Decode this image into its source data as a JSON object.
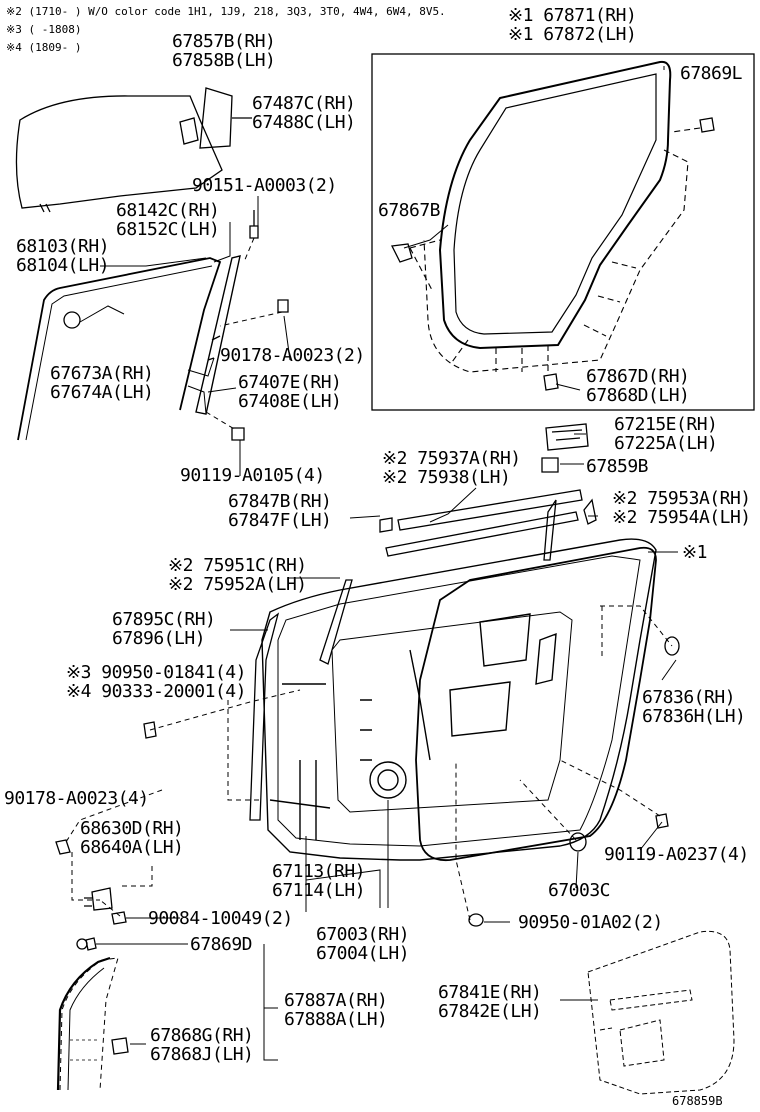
{
  "notes": {
    "n2": "※2 (1710-      ) W/O color code 1H1, 1J9, 218, 3Q3, 3T0, 4W4, 6W4, 8V5.",
    "n3": "※3 (      -1808)",
    "n4": "※4 (1809-      )"
  },
  "parts": {
    "p67871": "※1 67871(RH)",
    "p67872": "※1 67872(LH)",
    "p67869L": "67869L",
    "p67867B": "67867B",
    "p67867D": "67867D(RH)",
    "p67868D": "67868D(LH)",
    "p67857B": "67857B(RH)",
    "p67858B": "67858B(LH)",
    "p67487C": "67487C(RH)",
    "p67488C": "67488C(LH)",
    "p90151": "90151-A0003(2)",
    "p68142C": "68142C(RH)",
    "p68152C": "68152C(LH)",
    "p68103": "68103(RH)",
    "p68104": "68104(LH)",
    "p90178a": "90178-A0023(2)",
    "p67673A": "67673A(RH)",
    "p67674A": "67674A(LH)",
    "p67407E": "67407E(RH)",
    "p67408E": "67408E(LH)",
    "p90119a": "90119-A0105(4)",
    "p67215E": "67215E(RH)",
    "p67225A": "67225A(LH)",
    "p75937A": "※2 75937A(RH)",
    "p75938": "※2 75938(LH)",
    "p67859B": "67859B",
    "p67847B": "67847B(RH)",
    "p67847F": "67847F(LH)",
    "p75953A": "※2 75953A(RH)",
    "p75954A": "※2 75954A(LH)",
    "p_mark1": "※1",
    "p75951C": "※2 75951C(RH)",
    "p75952A": "※2 75952A(LH)",
    "p67895C": "67895C(RH)",
    "p67896": "67896(LH)",
    "p90950a": "※3 90950-01841(4)",
    "p90333": "※4 90333-20001(4)",
    "p67836": "67836(RH)",
    "p67836H": "67836H(LH)",
    "p90178b": "90178-A0023(4)",
    "p68630D": "68630D(RH)",
    "p68640A": "68640A(LH)",
    "p67113": "67113(RH)",
    "p67114": "67114(LH)",
    "p90119b": "90119-A0237(4)",
    "p67003C": "67003C",
    "p90084": "90084-10049(2)",
    "p67003": "67003(RH)",
    "p67004": "67004(LH)",
    "p90950b": "90950-01A02(2)",
    "p67869D": "67869D",
    "p67887A": "67887A(RH)",
    "p67888A": "67888A(LH)",
    "p67841E": "67841E(RH)",
    "p67842E": "67842E(LH)",
    "p67868G": "67868G(RH)",
    "p67868J": "67868J(LH)",
    "figure_id": "678859B"
  }
}
